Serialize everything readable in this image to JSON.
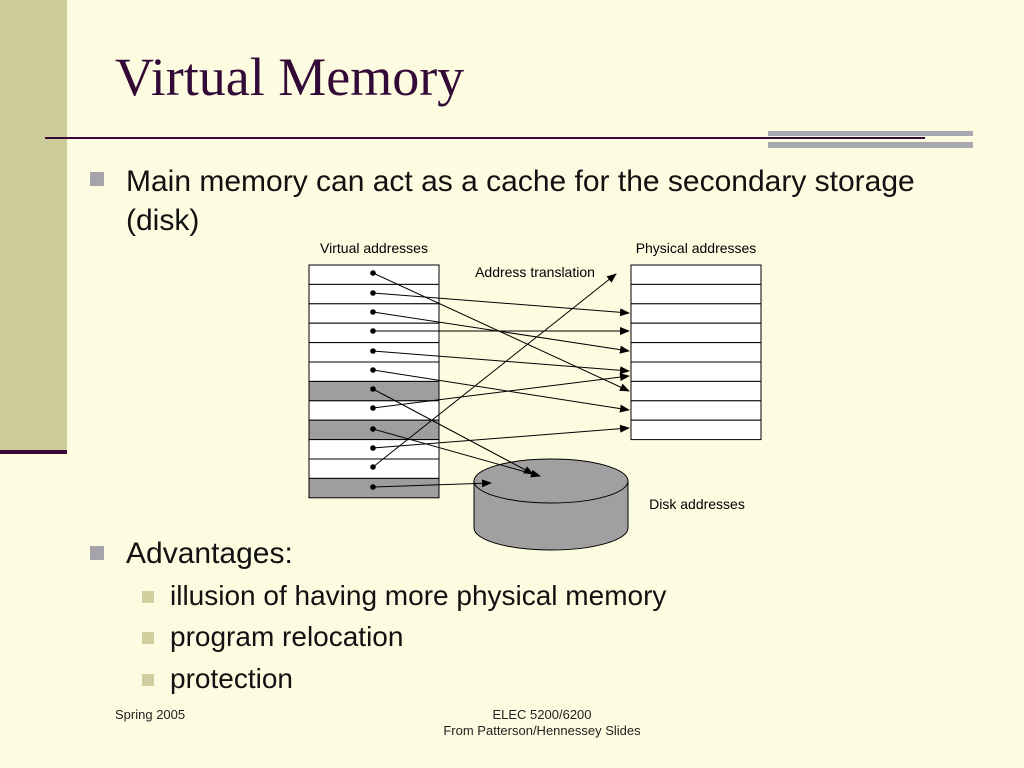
{
  "slide": {
    "title": "Virtual Memory",
    "bullet_main": "Main memory can act as a cache for the secondary storage (disk)",
    "advantages_heading": "Advantages:",
    "advantages": [
      "illusion of having more physical memory",
      "program relocation",
      "protection"
    ]
  },
  "diagram": {
    "virtual_label": "Virtual addresses",
    "physical_label": "Physical addresses",
    "translation_label": "Address translation",
    "disk_label": "Disk addresses"
  },
  "footer": {
    "left": "Spring 2005",
    "course": "ELEC 5200/6200",
    "source": "From Patterson/Hennessey Slides"
  },
  "colors": {
    "background": "#fdfbe0",
    "accent_band": "#cfcc9c",
    "title": "#330a37",
    "disk": "#a0a0a0"
  }
}
